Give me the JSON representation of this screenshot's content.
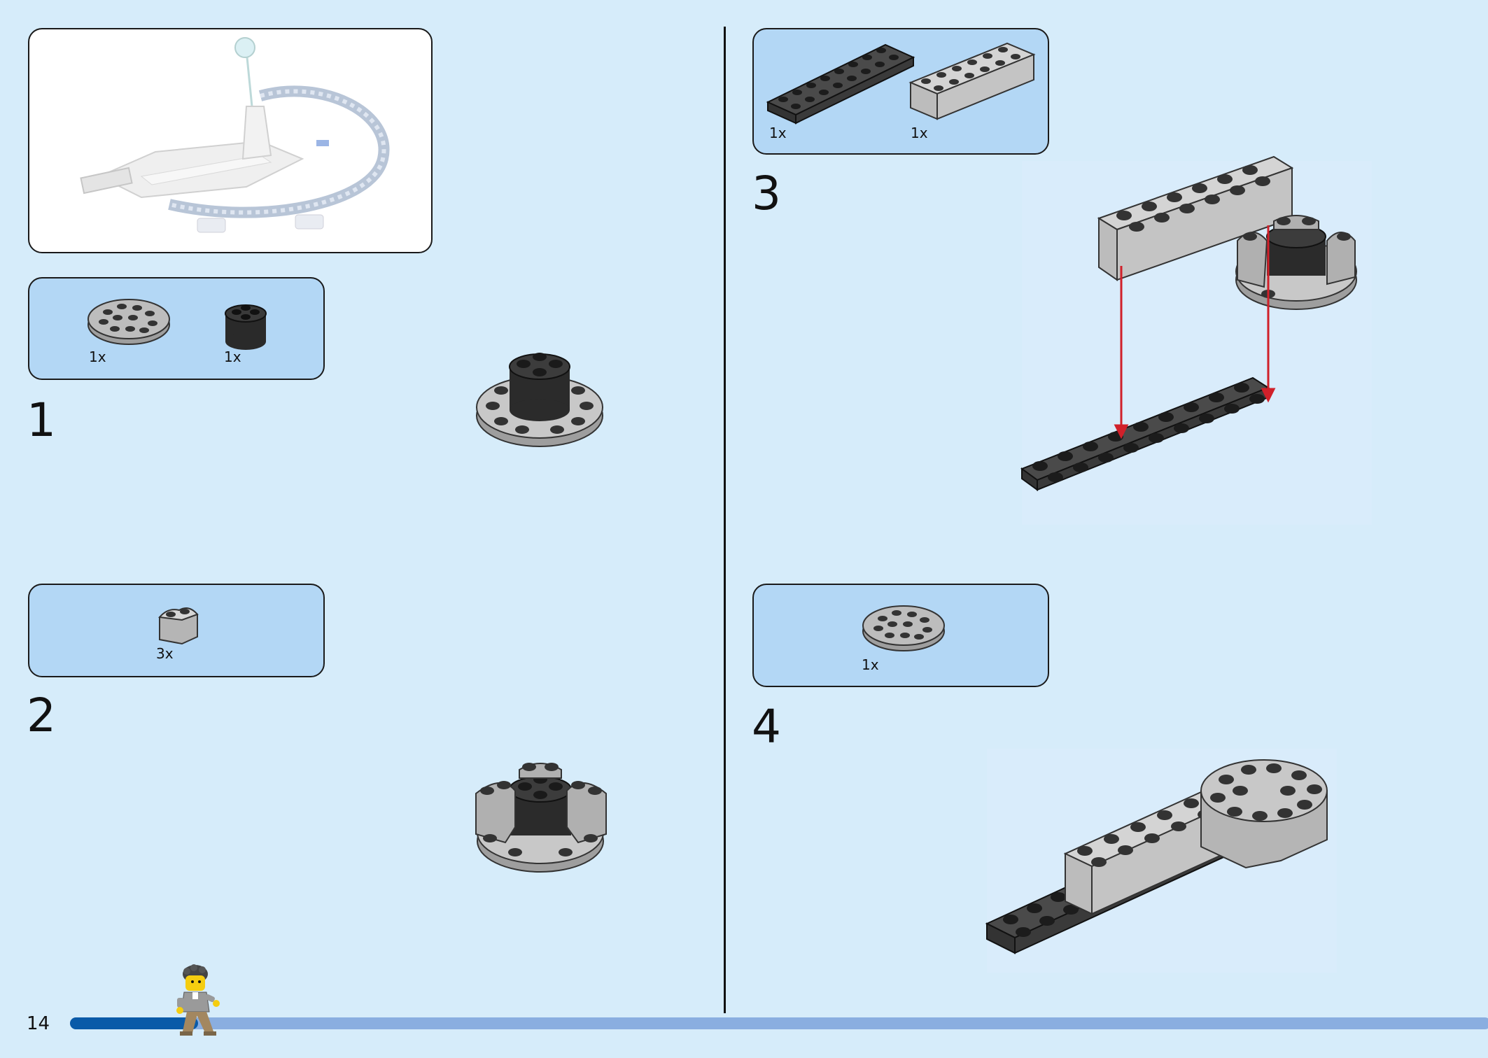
{
  "page_number": "14",
  "progress": {
    "fraction": 0.09
  },
  "steps": [
    {
      "number": "1",
      "parts": [
        {
          "qty": "1x",
          "name": "round-plate-4x4-icon"
        },
        {
          "qty": "1x",
          "name": "round-brick-2x2-icon"
        }
      ]
    },
    {
      "number": "2",
      "parts": [
        {
          "qty": "3x",
          "name": "curved-brick-1x2-icon"
        }
      ]
    },
    {
      "number": "3",
      "parts": [
        {
          "qty": "1x",
          "name": "plate-2x8-dark-icon"
        },
        {
          "qty": "1x",
          "name": "brick-2x6-light-icon"
        }
      ]
    },
    {
      "number": "4",
      "parts": [
        {
          "qty": "1x",
          "name": "round-plate-4x4-icon"
        }
      ]
    }
  ],
  "colors": {
    "background": "#d6ecfa",
    "parts_box": "#b3d7f5",
    "progress_fill": "#0a5aa8",
    "progress_track": "#8aaee0",
    "arrow": "#d0202a",
    "dark_grey": "#444444",
    "light_grey": "#c8c8c8",
    "black_brick": "#222222"
  }
}
